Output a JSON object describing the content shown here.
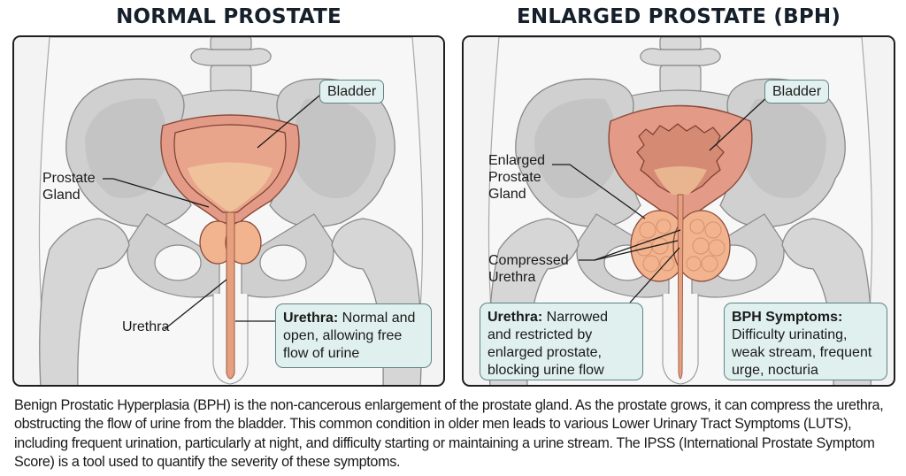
{
  "panels": {
    "normal": {
      "title": "NORMAL PROSTATE",
      "labels": {
        "bladder": "Bladder",
        "prostate_line1": "Prostate",
        "prostate_line2": "Gland",
        "urethra": "Urethra"
      },
      "callout": {
        "heading": "Urethra:",
        "text": " Normal and open, allowing free flow of urine"
      }
    },
    "enlarged": {
      "title": "ENLARGED PROSTATE (BPH)",
      "labels": {
        "bladder": "Bladder",
        "prostate_line1": "Enlarged",
        "prostate_line2": "Prostate",
        "prostate_line3": "Gland",
        "compressed_line1": "Compressed",
        "compressed_line2": "Urethra"
      },
      "callout_urethra": {
        "heading": "Urethra:",
        "text": " Narrowed and restricted by enlarged prostate, blocking urine flow"
      },
      "callout_symptoms": {
        "heading": "BPH Symptoms:",
        "text": "Difficulty urinating, weak stream, frequent urge, nocturia"
      }
    }
  },
  "colors": {
    "bone": "#cfcfcf",
    "bone_light": "#dedede",
    "bone_outline": "#8a8a8a",
    "bladder_wall": "#e39a86",
    "bladder_inner": "#e8a58c",
    "urine": "#efc29c",
    "prostate": "#f2b48f",
    "callout_bg": "#dff0ee",
    "callout_border": "#5f8486",
    "title": "#16202b"
  },
  "description": "Benign Prostatic Hyperplasia (BPH) is the non-cancerous enlargement of the prostate gland. As the prostate grows, it can compress the urethra, obstructing the flow of urine from the bladder. This common condition in older men leads to various Lower Urinary Tract Symptoms (LUTS), including frequent urination, particularly at night, and difficulty starting or maintaining a urine stream. The IPSS (International Prostate Symptom Score) is a tool used to quantify the severity of these symptoms."
}
